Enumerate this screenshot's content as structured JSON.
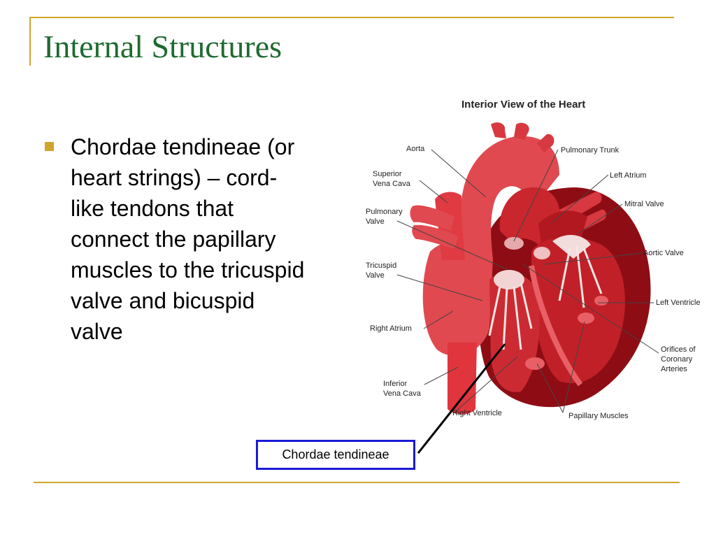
{
  "slide": {
    "title": "Internal Structures",
    "bullet_lines": [
      "Chordae tendineae (or",
      "heart strings) – cord-",
      "like tendons that",
      "connect the papillary",
      "muscles to the tricuspid",
      "valve and bicuspid",
      "valve"
    ],
    "accent_color": "#d1a52b",
    "title_color": "#1f6a30"
  },
  "figure": {
    "title": "Interior View of the Heart",
    "labels": {
      "aorta": "Aorta",
      "superior_vena_cava": [
        "Superior",
        "Vena Cava"
      ],
      "pulmonary_valve": [
        "Pulmonary",
        "Valve"
      ],
      "tricuspid_valve": [
        "Tricuspid",
        "Valve"
      ],
      "right_atrium": "Right Atrium",
      "inferior_vena_cava": [
        "Inferior",
        "Vena Cava"
      ],
      "right_ventricle": "Right Ventricle",
      "pulmonary_trunk": "Pulmonary Trunk",
      "left_atrium": "Left Atrium",
      "mitral_valve": "Mitral Valve",
      "aortic_valve": "Aortic Valve",
      "left_ventricle": "Left Ventricle",
      "orifices_coronary": [
        "Orifices of",
        "Coronary",
        "Arteries"
      ],
      "papillary_muscles": "Papillary Muscles"
    },
    "callout": "Chordae tendineae",
    "callout_color": "#1a1ad6"
  }
}
